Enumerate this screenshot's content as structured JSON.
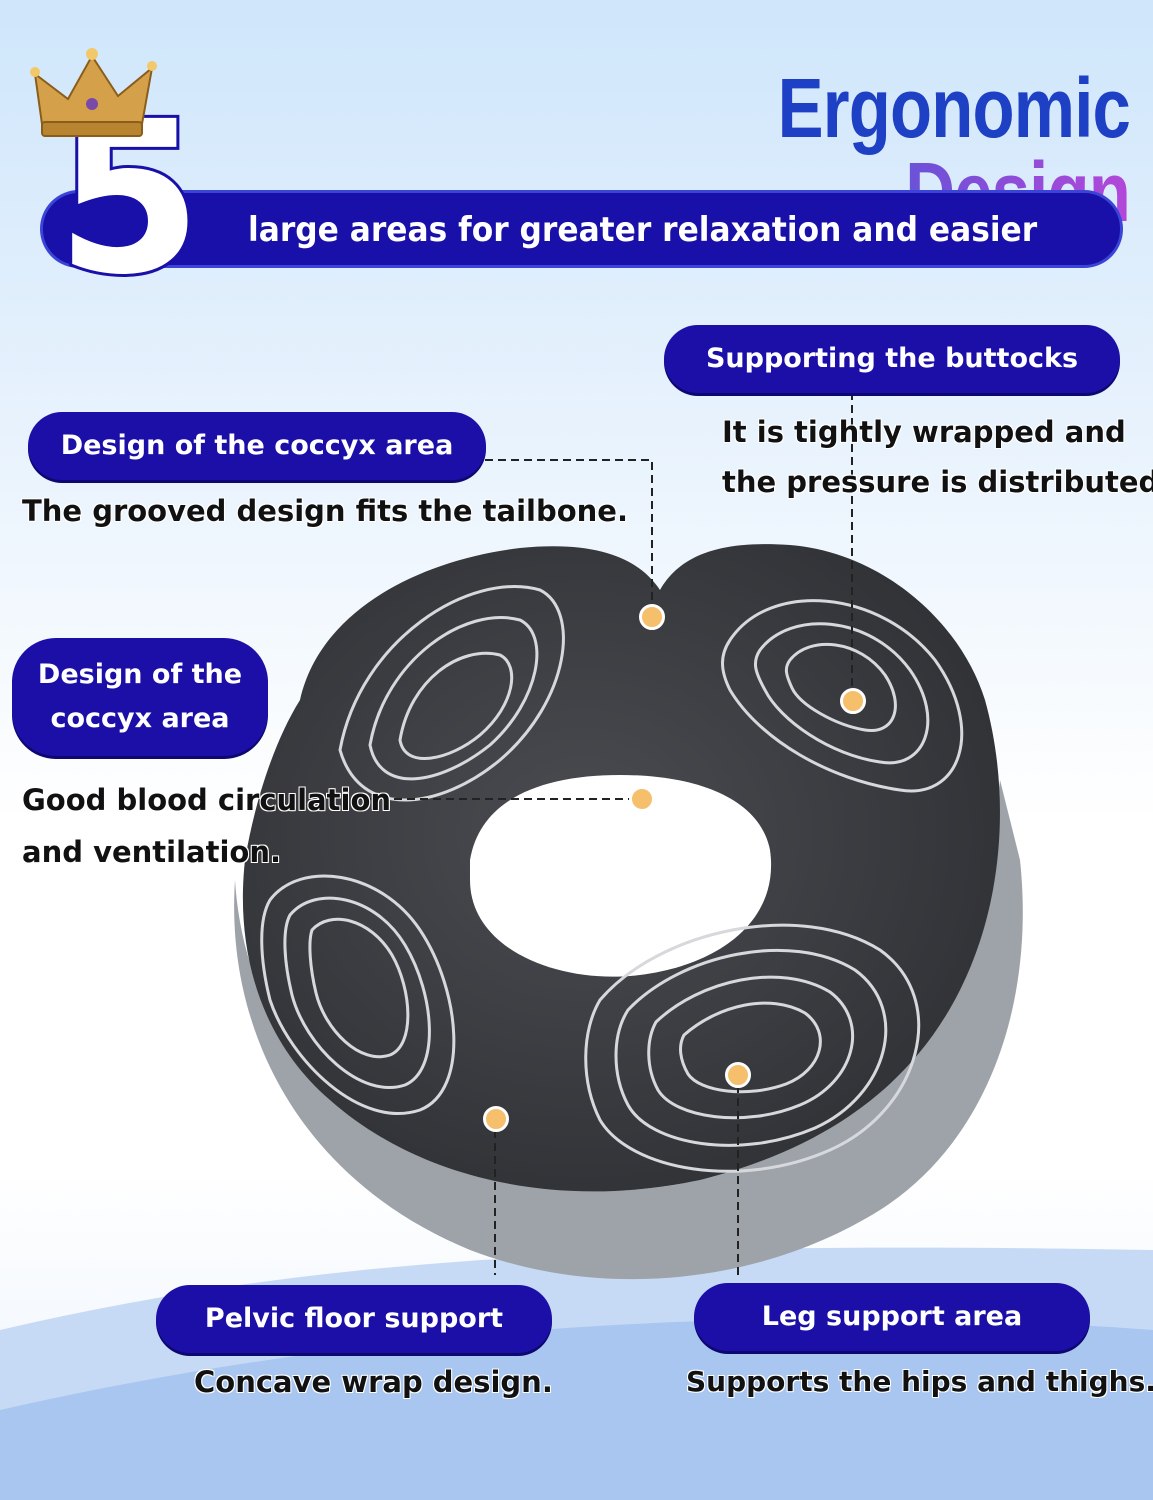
{
  "header": {
    "title_part1": "Ergonomic",
    "title_part2": "Design",
    "number": "5",
    "banner_text": "large areas for greater relaxation and easier"
  },
  "features": {
    "coccyx": {
      "label": "Design of the coccyx area",
      "description": "The grooved design fits the tailbone."
    },
    "buttocks": {
      "label": "Supporting the buttocks",
      "description_line1": "It is tightly wrapped and",
      "description_line2": "the pressure is distributed."
    },
    "center": {
      "label_line1": "Design of the",
      "label_line2": "coccyx area",
      "description_line1": "Good blood circulation",
      "description_line2": "and ventilation."
    },
    "pelvic": {
      "label": "Pelvic floor support",
      "description": "Concave wrap design."
    },
    "leg": {
      "label": "Leg support area",
      "description": "Supports the hips and thighs."
    }
  },
  "colors": {
    "pill_background": "#1b0fa8",
    "title_blue": "#1e40c4",
    "title_purple": "#b347d9",
    "marker_dot": "#f6bf6c",
    "cushion_dark": "#3a3b3f",
    "cushion_side": "#9ea3a9"
  },
  "icons": {
    "crown": "crown-icon"
  }
}
